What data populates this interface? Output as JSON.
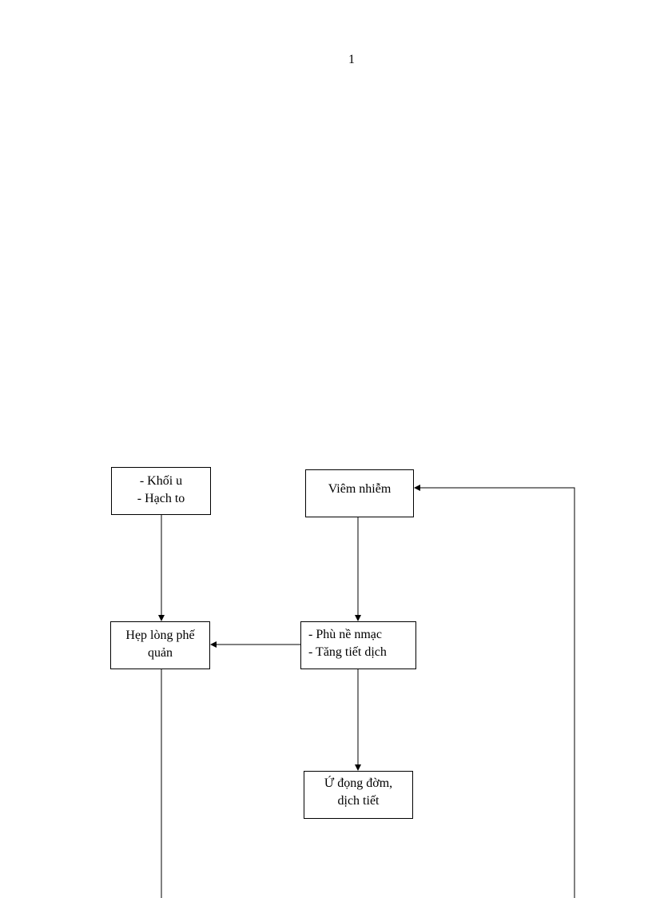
{
  "page": {
    "number": "1"
  },
  "diagram": {
    "nodes": {
      "tumor": {
        "lines": [
          "- Khối u",
          "- Hạch to"
        ]
      },
      "inflammation": {
        "lines": [
          "Viêm nhiễm"
        ]
      },
      "narrowing": {
        "lines": [
          "Hẹp lòng phế",
          "quản"
        ]
      },
      "edema": {
        "lines": [
          "- Phù nề nmạc",
          "- Tăng tiết dịch"
        ]
      },
      "retention": {
        "lines": [
          "Ứ đọng đờm,",
          "dịch tiết"
        ]
      }
    },
    "edges": [
      {
        "from": "tumor",
        "to": "narrowing"
      },
      {
        "from": "inflammation",
        "to": "edema"
      },
      {
        "from": "edema",
        "to": "narrowing"
      },
      {
        "from": "edema",
        "to": "retention"
      },
      {
        "from": "bottom-right",
        "to": "inflammation"
      }
    ]
  }
}
